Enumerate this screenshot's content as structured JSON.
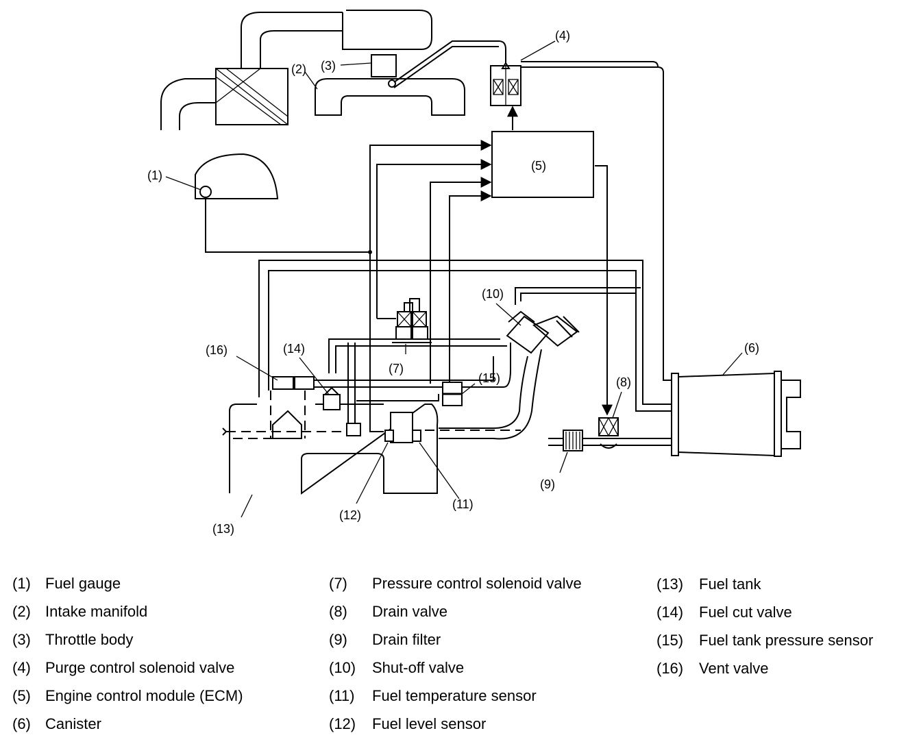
{
  "diagram": {
    "callouts": {
      "c1": "(1)",
      "c2": "(2)",
      "c3": "(3)",
      "c4": "(4)",
      "c5": "(5)",
      "c6": "(6)",
      "c7": "(7)",
      "c8": "(8)",
      "c9": "(9)",
      "c10": "(10)",
      "c11": "(11)",
      "c12": "(12)",
      "c13": "(13)",
      "c14": "(14)",
      "c15": "(15)",
      "c16": "(16)"
    }
  },
  "legend": {
    "col1": [
      {
        "num": "(1)",
        "label": "Fuel gauge"
      },
      {
        "num": "(2)",
        "label": "Intake manifold"
      },
      {
        "num": "(3)",
        "label": "Throttle body"
      },
      {
        "num": "(4)",
        "label": "Purge control solenoid valve"
      },
      {
        "num": "(5)",
        "label": "Engine control module (ECM)"
      },
      {
        "num": "(6)",
        "label": "Canister"
      }
    ],
    "col2": [
      {
        "num": "(7)",
        "label": "Pressure control solenoid valve"
      },
      {
        "num": "(8)",
        "label": "Drain valve"
      },
      {
        "num": "(9)",
        "label": "Drain filter"
      },
      {
        "num": "(10)",
        "label": "Shut-off valve"
      },
      {
        "num": "(11)",
        "label": "Fuel temperature sensor"
      },
      {
        "num": "(12)",
        "label": "Fuel level sensor"
      }
    ],
    "col3": [
      {
        "num": "(13)",
        "label": "Fuel tank"
      },
      {
        "num": "(14)",
        "label": "Fuel cut valve"
      },
      {
        "num": "(15)",
        "label": "Fuel tank pressure sensor"
      },
      {
        "num": "(16)",
        "label": "Vent valve"
      }
    ]
  }
}
